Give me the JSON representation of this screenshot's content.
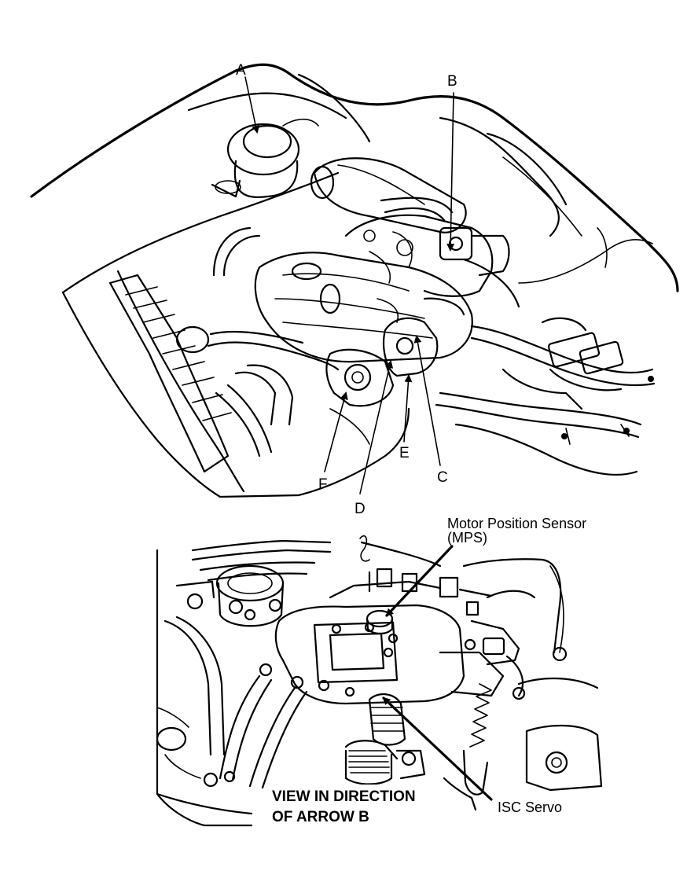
{
  "top_view": {
    "labels": {
      "a": "A",
      "b": "B",
      "c": "C",
      "d": "D",
      "e": "E",
      "f": "F"
    }
  },
  "bottom_view": {
    "mps_label_line1": "Motor Position Sensor",
    "mps_label_line2": "(MPS)",
    "isc_label": "ISC Servo",
    "caption_line1": "VIEW IN DIRECTION",
    "caption_line2": "OF ARROW B"
  },
  "colors": {
    "ink": "#000000",
    "paper": "#ffffff"
  }
}
